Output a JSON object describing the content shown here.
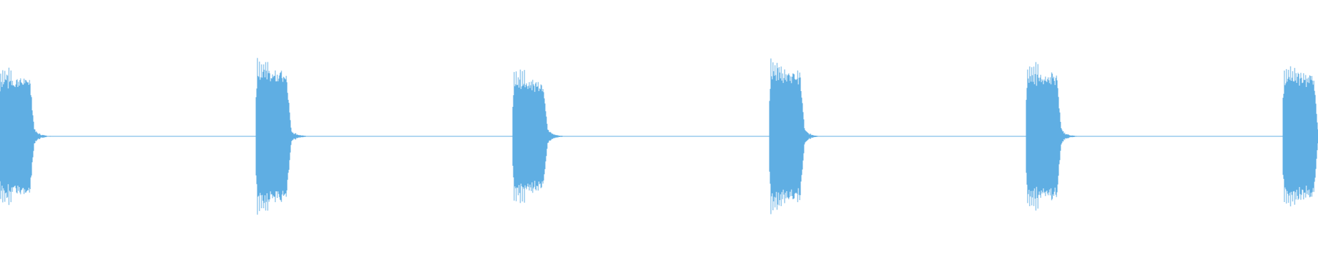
{
  "waveform": {
    "color": "#5faee3",
    "background": "#ffffff",
    "bursts": [
      {
        "index": 1,
        "visible_fraction": 0.7,
        "peak_amplitude": 0.9,
        "cut_at_left_edge": true
      },
      {
        "index": 2,
        "visible_fraction": 1.0,
        "peak_amplitude": 1.0
      },
      {
        "index": 3,
        "visible_fraction": 1.0,
        "peak_amplitude": 0.85
      },
      {
        "index": 4,
        "visible_fraction": 1.0,
        "peak_amplitude": 1.0
      },
      {
        "index": 5,
        "visible_fraction": 1.0,
        "peak_amplitude": 0.95
      },
      {
        "index": 6,
        "visible_fraction": 0.8,
        "peak_amplitude": 0.95,
        "cut_at_right_edge": true
      }
    ]
  }
}
